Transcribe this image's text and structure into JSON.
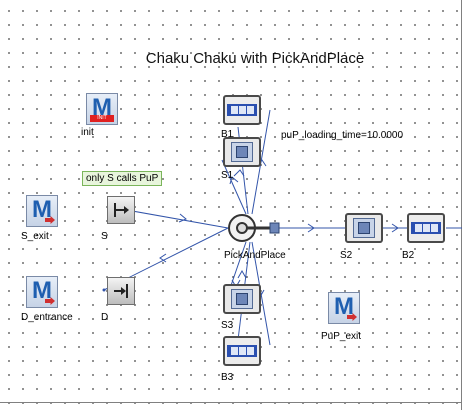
{
  "model": {
    "title": "Chaku Chaku with PickAndPlace"
  },
  "labels": {
    "init": "init",
    "s_exit": "S_exit",
    "s": "S",
    "d_entrance": "D_entrance",
    "d": "D",
    "b1": "B1",
    "s1": "S1",
    "pickandplace": "PickAndPlace",
    "s2": "S2",
    "b2": "B2",
    "s3": "S3",
    "b3": "B3",
    "pup_exit": "PuP_exit"
  },
  "attributes": {
    "pup_loading_time": "puP_loading_time=10.0000"
  },
  "tooltip": {
    "text": "only S calls PuP"
  },
  "icons": {
    "init": "method-init-icon",
    "method": "method-icon",
    "exit_port": "exit-port-icon",
    "entrance_port": "entrance-port-icon",
    "station": "single-proc-icon",
    "buffer": "buffer-icon",
    "pick_and_place": "pick-and-place-robot-icon"
  },
  "colors": {
    "link": "#3355aa",
    "method_letter": "#1f5fb0",
    "method_arrow": "#d03030",
    "init_badge": "#e02020",
    "buffer_blue": "#2a4fb0",
    "tooltip_bg": "#e8f5dc"
  }
}
